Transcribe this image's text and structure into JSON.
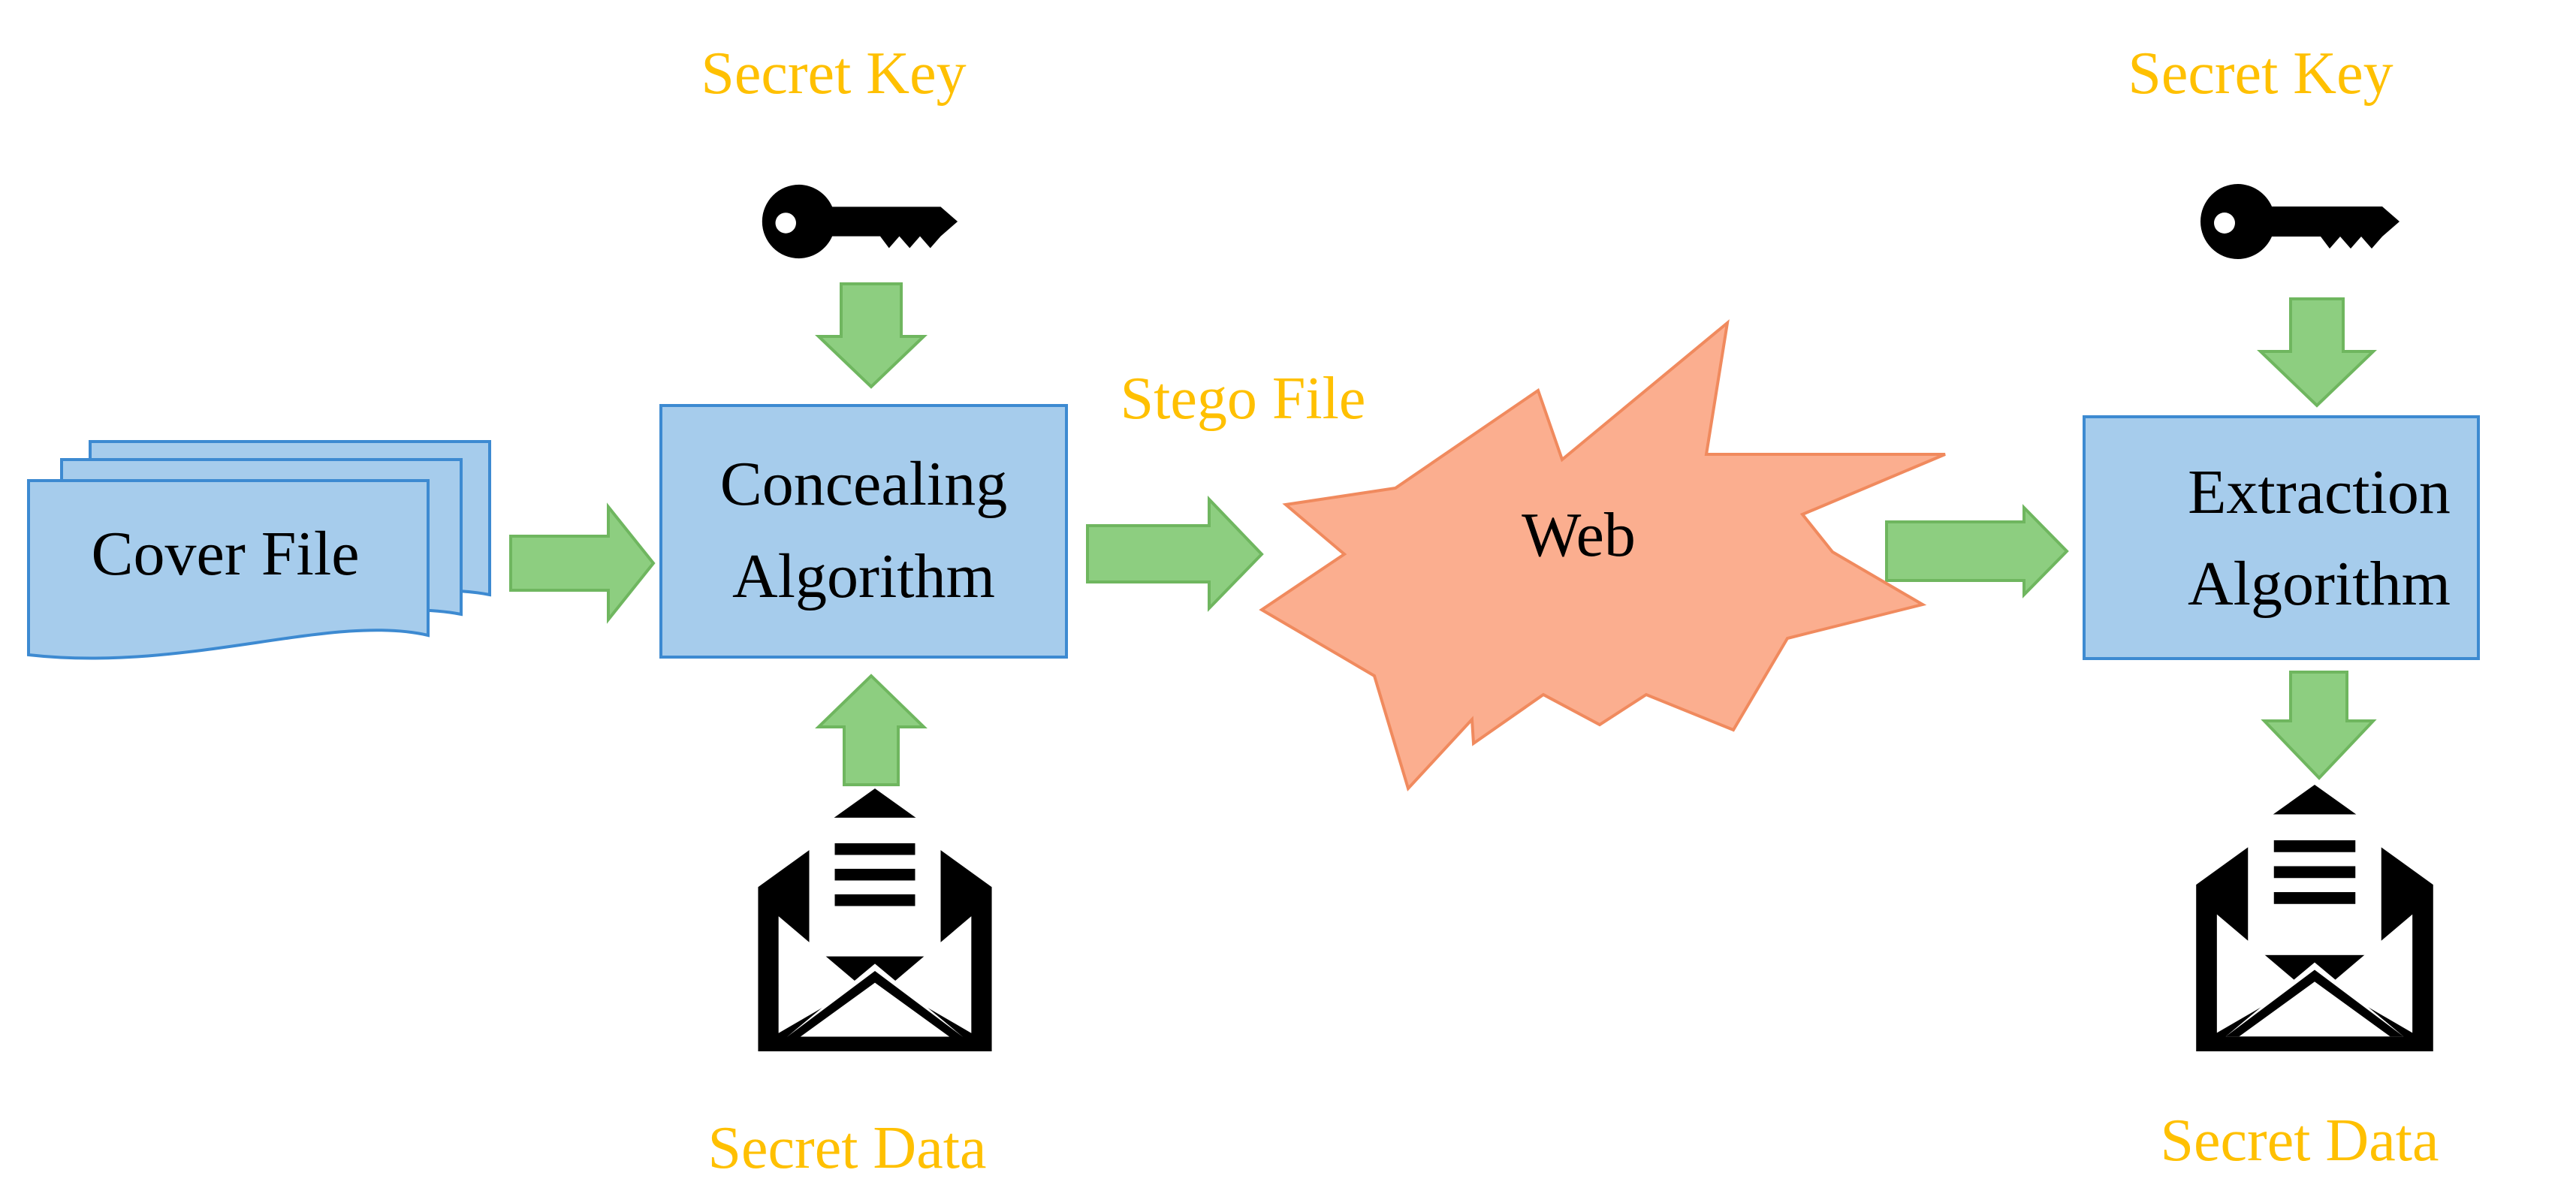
{
  "labels": {
    "secret_key_left": "Secret Key",
    "secret_key_right": "Secret Key",
    "stego_file": "Stego File",
    "secret_data_left": "Secret Data",
    "secret_data_right": "Secret Data"
  },
  "nodes": {
    "cover_file": "Cover File",
    "concealing_line1": "Concealing",
    "concealing_line2": "Algorithm",
    "web": "Web",
    "extraction_line1": "Extraction",
    "extraction_line2": "Algorithm"
  },
  "icons": {
    "key": "key-icon",
    "letter": "open-envelope-letter-icon"
  },
  "colors": {
    "label": "#FFC000",
    "box_fill": "#A6CCEC",
    "box_stroke": "#3D8AD1",
    "arrow_fill": "#8DCE80",
    "web_fill": "#FBAE8F"
  }
}
